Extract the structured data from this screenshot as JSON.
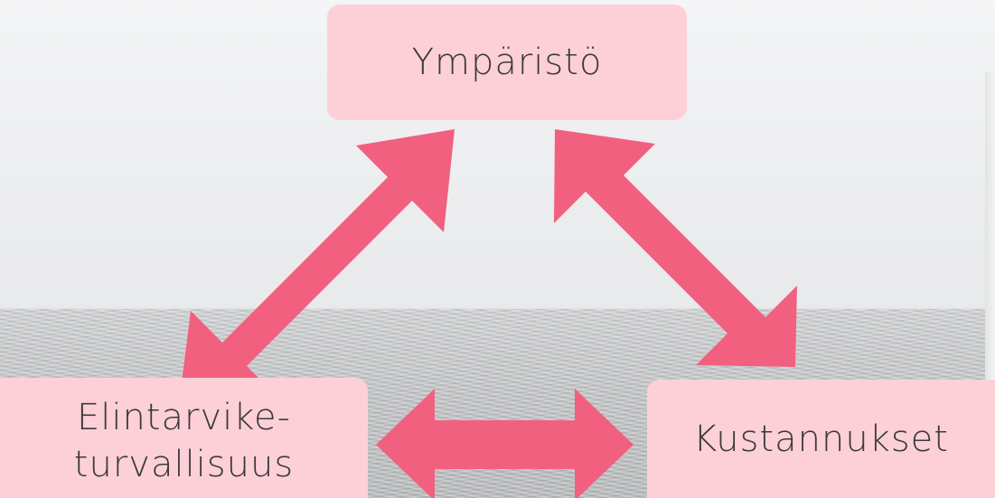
{
  "diagram": {
    "nodes": [
      {
        "id": "environment",
        "label": "Ympäristö"
      },
      {
        "id": "food_safety",
        "label_line1": "Elintarvike-",
        "label_line2": "turvallisuus"
      },
      {
        "id": "costs",
        "label": "Kustannukset"
      }
    ],
    "edges": [
      {
        "from": "environment",
        "to": "food_safety",
        "type": "double-arrow"
      },
      {
        "from": "environment",
        "to": "costs",
        "type": "double-arrow"
      },
      {
        "from": "food_safety",
        "to": "costs",
        "type": "double-arrow"
      }
    ],
    "colors": {
      "node_fill": "#fdd0d8",
      "arrow_fill": "#f2607f",
      "text": "#3a3a3a"
    }
  }
}
